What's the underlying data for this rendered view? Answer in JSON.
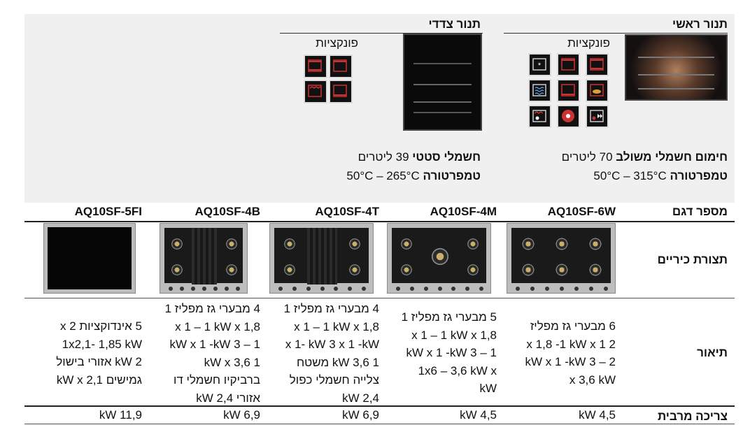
{
  "main_oven": {
    "title": "תנור ראשי",
    "functions_label": "פונקציות",
    "heating_label": "חימום חשמלי משולב",
    "capacity": "70 ליטרים",
    "temp_label": "טמפרטורה",
    "temp_range": "50°C – 315°C"
  },
  "side_oven": {
    "title": "תנור צדדי",
    "functions_label": "פונקציות",
    "heating_label": "חשמלי סטטי",
    "capacity": "39 ליטרים",
    "temp_label": "טמפרטורה",
    "temp_range": "50°C – 265°C"
  },
  "main_functions_icons": [
    "snowflake-fan-icon",
    "top-heat-icon",
    "top-bottom-heat-icon",
    "convection-icon",
    "bottom-heat-icon",
    "rotisserie-icon",
    "fan-grill-icon",
    "fan-icon",
    "thermo-fan-icon"
  ],
  "side_functions_icons": [
    "top-bottom-heat-icon",
    "top-heat-icon",
    "grill-icon",
    "bottom-heat-icon"
  ],
  "table": {
    "row_labels": {
      "model": "מספר דגם",
      "hob": "תצורת כיריים",
      "description": "תיאור",
      "consumption": "צריכה מרבית"
    },
    "columns": [
      {
        "model": "AQ10SF-6W",
        "hob_icon": "six-burner-cooktop-icon",
        "description": [
          "6 מבערי גז מפליז",
          "2 x 1,8 -1 kW x 1",
          "2 – 3 kW x 1 -kW",
          "x 3,6 kW"
        ],
        "consumption": "4,5 kW"
      },
      {
        "model": "AQ10SF-4M",
        "hob_icon": "five-burner-cooktop-icon",
        "description": [
          "5 מבערי גז מפליז 1",
          "1,8 x 1 – 1 kW x",
          "1 – 3 kW x 1 -kW",
          "1x6 – 3,6 kW x",
          "kW"
        ],
        "consumption": "4,5 kW"
      },
      {
        "model": "AQ10SF-4T",
        "hob_icon": "four-burner-teppan-cooktop-icon",
        "description": [
          "4 מבערי גז מפליז 1",
          "1,8 x 1 – 1 kW x",
          "x 1- kW 3 x 1 -kW",
          "1 3,6 kW משטח",
          "צלייה חשמלי כפול",
          "2,4 kW"
        ],
        "consumption": "6,9 kW"
      },
      {
        "model": "AQ10SF-4B",
        "hob_icon": "four-burner-barbecue-cooktop-icon",
        "description": [
          "4 מבערי גז מפליז 1",
          "1,8 x 1 – 1 kW x",
          "1 – 3 kW x 1 -kW",
          "1 3,6 kW x",
          "ברביקיו חשמלי דו",
          "אזורי 2,4 kW"
        ],
        "consumption": "6,9 kW"
      },
      {
        "model": "AQ10SF-5FI",
        "hob_icon": "induction-cooktop-icon",
        "description": [
          "5 אינדוקציות 2 x",
          "1x2,1- 1,85 kW",
          "2 kW אזורי בישול",
          "גמישים 2,1 kW x"
        ],
        "consumption": "11,9 kW"
      }
    ]
  }
}
